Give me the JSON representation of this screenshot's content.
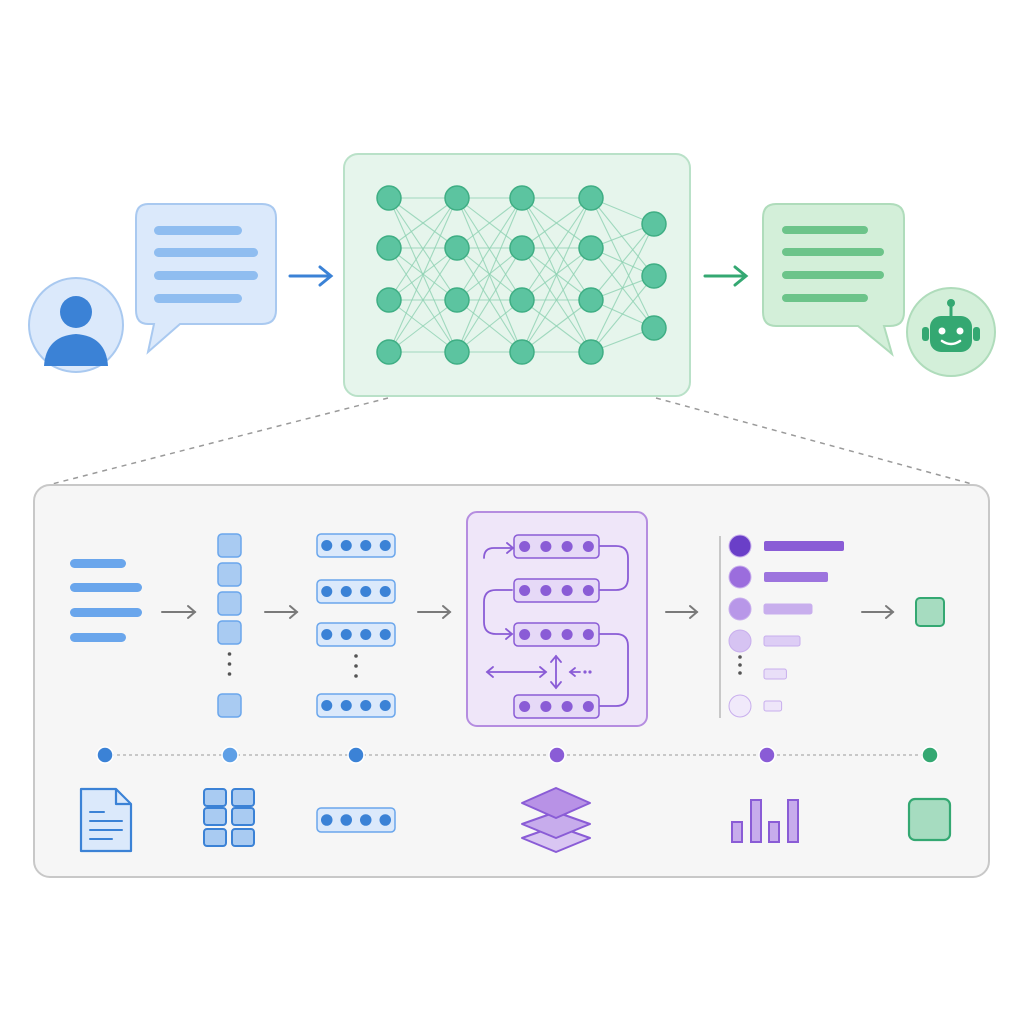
{
  "diagram": {
    "nodes": [
      {
        "id": "user",
        "icon": "user-icon"
      },
      {
        "id": "prompt-bubble",
        "icon": "speech-bubble-icon"
      },
      {
        "id": "neural-network",
        "icon": "neural-network-icon",
        "layers": [
          4,
          4,
          4,
          4,
          3
        ]
      },
      {
        "id": "response-bubble",
        "icon": "speech-bubble-icon"
      },
      {
        "id": "assistant",
        "icon": "robot-icon"
      }
    ],
    "pipeline_stages": [
      {
        "id": "input-text",
        "icon": "document-icon"
      },
      {
        "id": "tokenization",
        "icon": "token-grid-icon"
      },
      {
        "id": "embedding",
        "icon": "embedding-vector-icon"
      },
      {
        "id": "transformer-layers",
        "icon": "layers-stack-icon"
      },
      {
        "id": "output-probabilities",
        "icon": "bar-chart-icon"
      },
      {
        "id": "output-token",
        "icon": "token-square-icon"
      }
    ],
    "probability_bars": [
      1.0,
      0.8,
      0.6,
      0.45,
      0.28,
      0.22
    ]
  },
  "colors": {
    "blue": "#3b82d6",
    "blue_light": "#dbe9fb",
    "blue_mid": "#8fbdf0",
    "green": "#34a872",
    "green_node": "#5cc4a0",
    "green_light": "#e3f5e8",
    "green_bubble": "#d3efd9",
    "purple": "#8a5cd6",
    "purple_dark": "#6a3fc8",
    "purple_light": "#efe6f9",
    "gray_border": "#c8c8c8",
    "panel_bg": "#f6f6f6",
    "arrow_gray": "#7a7a7a"
  }
}
